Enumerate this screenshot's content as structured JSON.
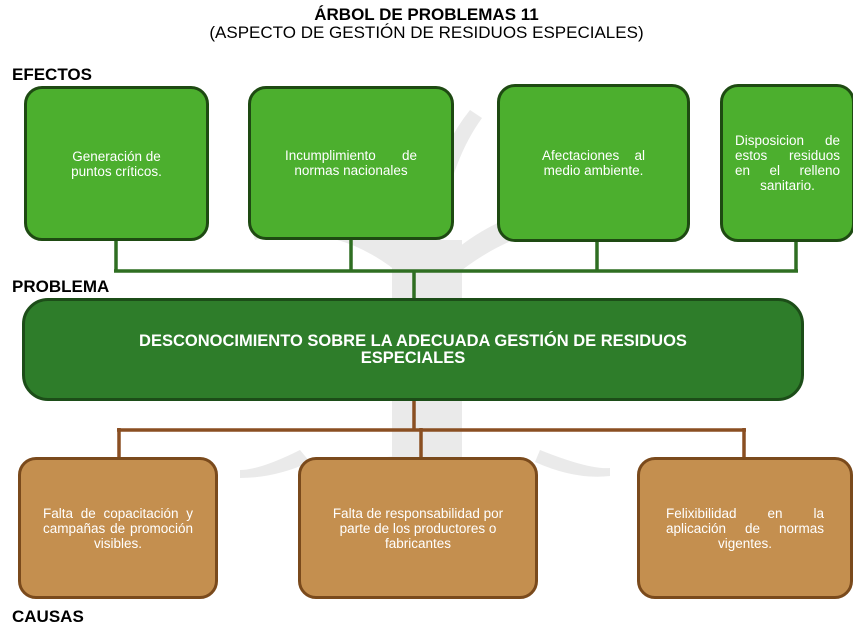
{
  "header": {
    "title": "ÁRBOL DE PROBLEMAS 11",
    "subtitle": "(ASPECTO DE GESTIÓN DE RESIDUOS ESPECIALES)"
  },
  "sections": {
    "effects_label": "EFECTOS",
    "problem_label": "PROBLEMA",
    "causes_label": "CAUSAS"
  },
  "effects": [
    "Generación de puntos críticos.",
    "Incumplimiento de normas nacionales",
    "Afectaciones al medio ambiente.",
    "Disposicion de estos residuos en el relleno sanitario."
  ],
  "problem": "DESCONOCIMIENTO SOBRE LA ADECUADA GESTIÓN DE RESIDUOS ESPECIALES",
  "causes": [
    "Falta de copacitación y campañas de promoción visibles.",
    "Falta de responsabilidad por parte de los productores o fabricantes",
    "Felixibilidad en la aplicación de normas vigentes."
  ],
  "colors": {
    "effect_fill": "#4caf2e",
    "problem_fill": "#2e7d2a",
    "cause_fill": "#c48f4f",
    "effect_connector": "#2f6e22",
    "cause_connector": "#8a4f22"
  }
}
